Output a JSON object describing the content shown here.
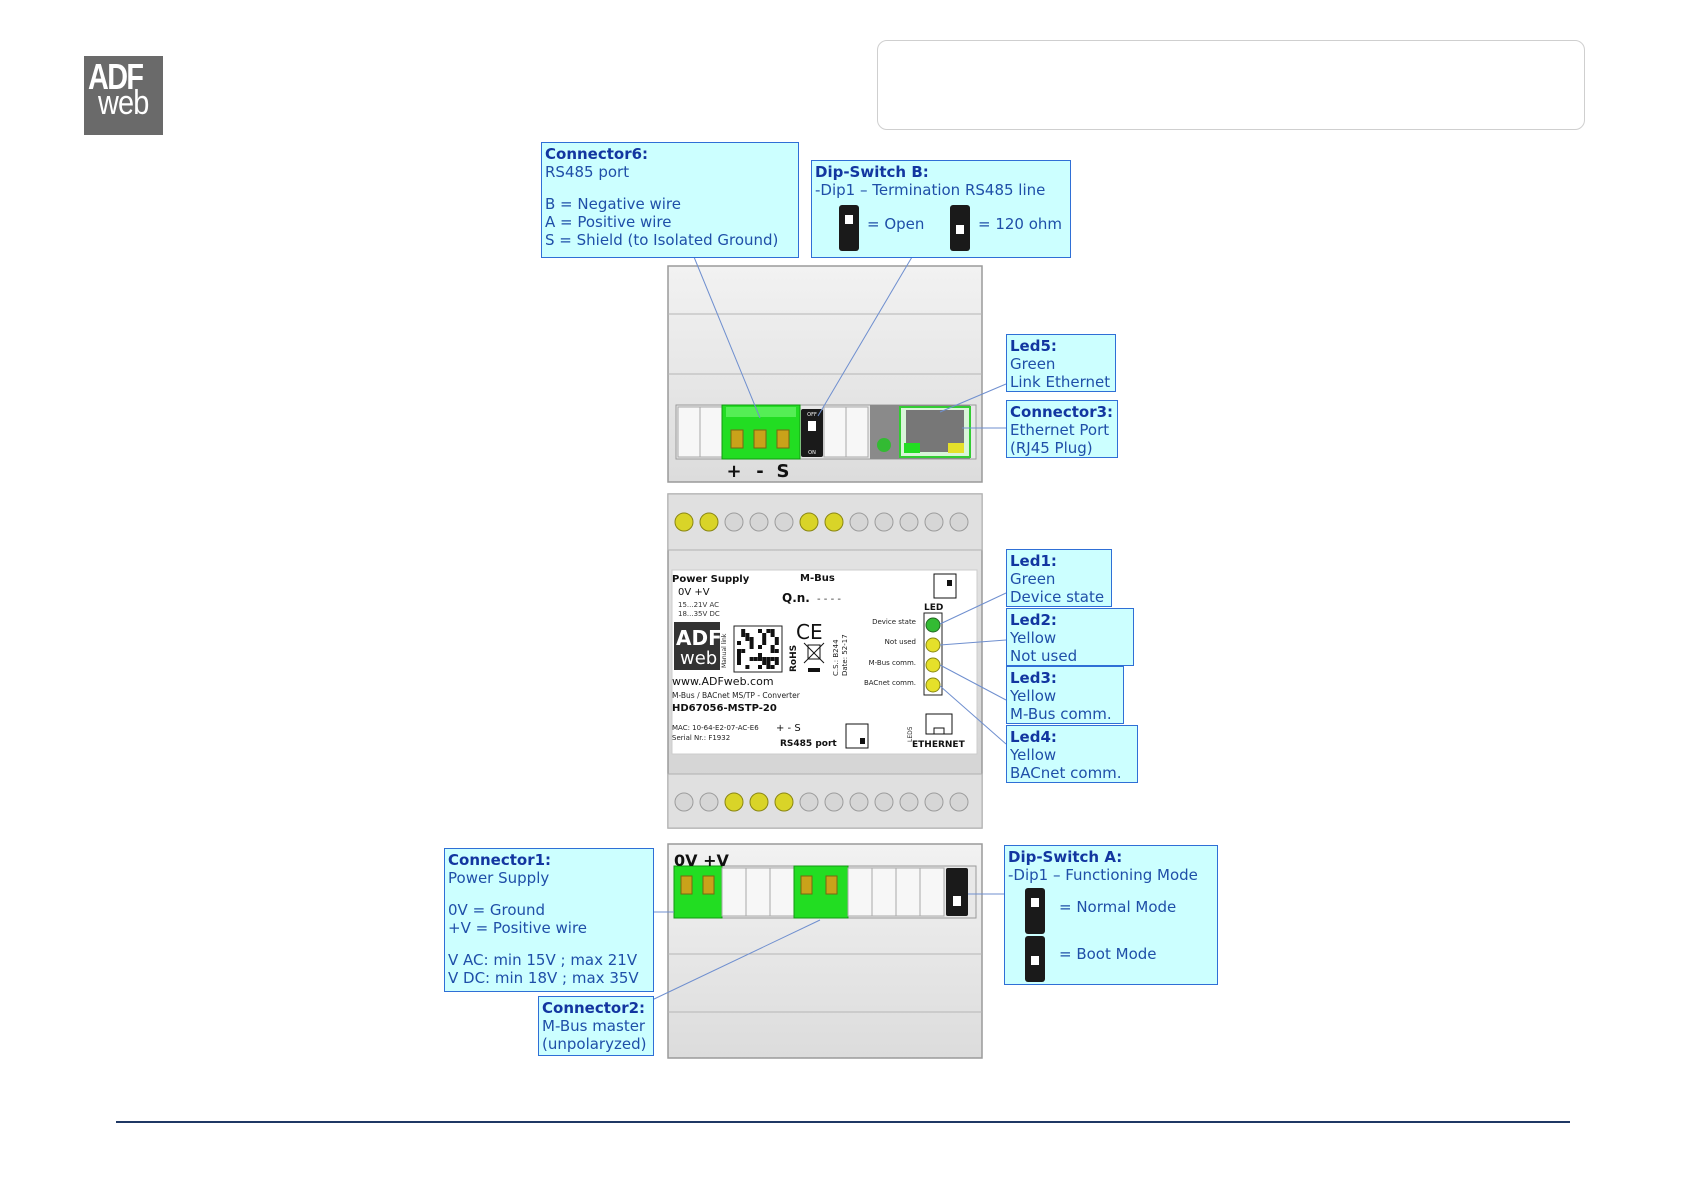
{
  "logo": {
    "line1": "ADF",
    "line2": "web"
  },
  "device": {
    "terminal_top_labels": [
      "+",
      "-",
      "S"
    ],
    "terminal_bottom_labels": [
      "0V",
      "+V"
    ],
    "label": {
      "power_supply": "Power Supply",
      "mbus": "M-Bus",
      "ov_v": "0V  +V",
      "ac_range": "15...21V AC",
      "dc_range": "18...35V DC",
      "qn": "Q.n.",
      "qn_value": "- - - -",
      "led_header": "LED",
      "led_names": [
        "Device state",
        "Not used",
        "M-Bus comm.",
        "BACnet comm."
      ],
      "website": "www.ADFweb.com",
      "description": "M-Bus / BACnet MS/TP - Converter",
      "model": "HD67056-MSTP-20",
      "mac": "MAC: 10-64-E2-07-AC-E6",
      "serial": "Serial Nr.: F1932",
      "rs485_terminals": "+    -    S",
      "rs485_port": "RS485 port",
      "ethernet": "ETHERNET",
      "led5": "LED5",
      "ce": "CE",
      "rohs": "RoHS",
      "cs": "C.S.: B244",
      "date": "Date: 52-17",
      "manual": "Manual link",
      "logo1": "ADF",
      "logo2": "web",
      "off": "OFF",
      "on": "ON"
    }
  },
  "callouts": {
    "connector6": {
      "title": "Connector6:",
      "lines": [
        "RS485 port",
        "",
        "B = Negative wire",
        "A = Positive wire",
        "S = Shield (to Isolated Ground)"
      ]
    },
    "dipswitch_b": {
      "title": "Dip-Switch B:",
      "line1": "-Dip1 – Termination RS485 line",
      "open": "= Open",
      "ohm": "= 120 ohm"
    },
    "led5": {
      "title": "Led5:",
      "lines": [
        "Green",
        "Link Ethernet"
      ]
    },
    "connector3": {
      "title": "Connector3:",
      "lines": [
        "Ethernet Port",
        "(RJ45 Plug)"
      ]
    },
    "led1": {
      "title": "Led1:",
      "lines": [
        "Green",
        "Device state"
      ]
    },
    "led2": {
      "title": "Led2:",
      "lines": [
        "Yellow",
        "Not used"
      ]
    },
    "led3": {
      "title": "Led3:",
      "lines": [
        "Yellow",
        "M-Bus comm."
      ]
    },
    "led4": {
      "title": "Led4:",
      "lines": [
        "Yellow",
        "BACnet comm."
      ]
    },
    "connector1": {
      "title": "Connector1:",
      "lines": [
        "Power Supply",
        "",
        "0V = Ground",
        "+V = Positive wire",
        "",
        "V AC: min 15V ; max 21V",
        "V DC: min 18V ; max 35V"
      ]
    },
    "connector2": {
      "title": "Connector2:",
      "lines": [
        "M-Bus master",
        "(unpolaryzed)"
      ]
    },
    "dipswitch_a": {
      "title": "Dip-Switch A:",
      "line1": "-Dip1 – Functioning Mode",
      "normal": "= Normal Mode",
      "boot": "= Boot Mode"
    }
  },
  "colors": {
    "callout_bg": "#ccffff",
    "callout_border": "#2f6fd6",
    "callout_text": "#1f4fa8",
    "terminal_green": "#22dd22",
    "led_green": "#33bb33",
    "led_yellow": "#e5e02a",
    "footer_line": "#1f3864"
  }
}
